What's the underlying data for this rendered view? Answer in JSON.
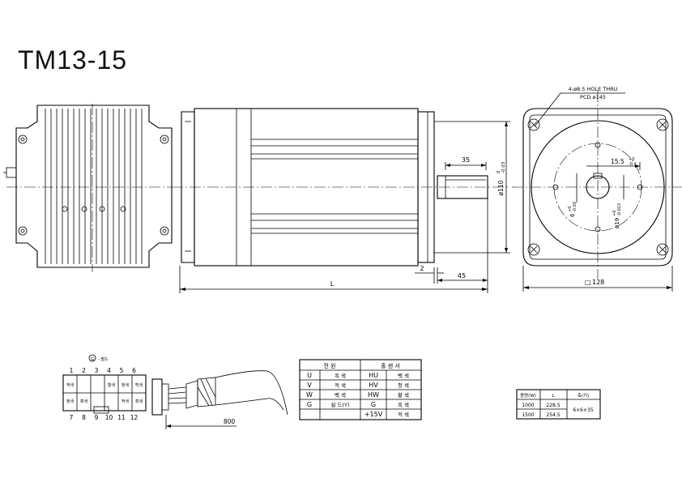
{
  "title": "TM13-15",
  "front_view": {
    "hole_note_line1": "4-ø8.5 HOLE THRU",
    "hole_note_line2": "PCD ø145",
    "key_dim_value": "15.5",
    "key_dim_tol_plus": "+0",
    "key_dim_tol_minus": "-0.1",
    "key_width_value": "6",
    "key_width_tol_plus": "+0",
    "key_width_tol_minus": "-0.03",
    "shaft_dia_value": "ø19",
    "shaft_dia_tol_plus": "+0",
    "shaft_dia_tol_minus": "-0.013",
    "square_symbol": "□",
    "square_size": "128"
  },
  "side_view": {
    "key_length": "35",
    "pilot_dia_value": "ø110",
    "pilot_dia_tol_plus": "0",
    "pilot_dia_tol_minus": "-0.03",
    "flange_gap": "2",
    "shaft_length": "45",
    "overall_length": "L"
  },
  "connector": {
    "legend_mark": "G",
    "legend_text": "- 펄드",
    "pin_top": [
      "1",
      "2",
      "3",
      "4",
      "5",
      "6"
    ],
    "pin_bottom": [
      "7",
      "8",
      "9",
      "10",
      "11",
      "12"
    ],
    "top_row_labels": [
      "적색",
      "",
      "",
      "황색",
      "청색",
      "백색"
    ],
    "bottom_row_labels": [
      "청색",
      "흑색",
      "",
      "",
      "적색",
      "흑색"
    ],
    "cable_length": "800"
  },
  "wiring_table": {
    "headers": [
      "전 원",
      "홀 센 서"
    ],
    "rows": [
      [
        "U",
        "흑 색",
        "HU",
        "백 색"
      ],
      [
        "V",
        "적 색",
        "HV",
        "청 색"
      ],
      [
        "W",
        "백 색",
        "HW",
        "황 색"
      ],
      [
        "G",
        "쉴 드(Y)",
        "G",
        "흑 색"
      ],
      [
        "",
        "",
        "+15V",
        "적 색"
      ]
    ]
  },
  "spec_table": {
    "headers": [
      "용량(W)",
      "L",
      "축(키)"
    ],
    "rows": [
      [
        "1000",
        "228.5"
      ],
      [
        "1500",
        "254.5"
      ]
    ],
    "key_spec": "6×6×35"
  }
}
